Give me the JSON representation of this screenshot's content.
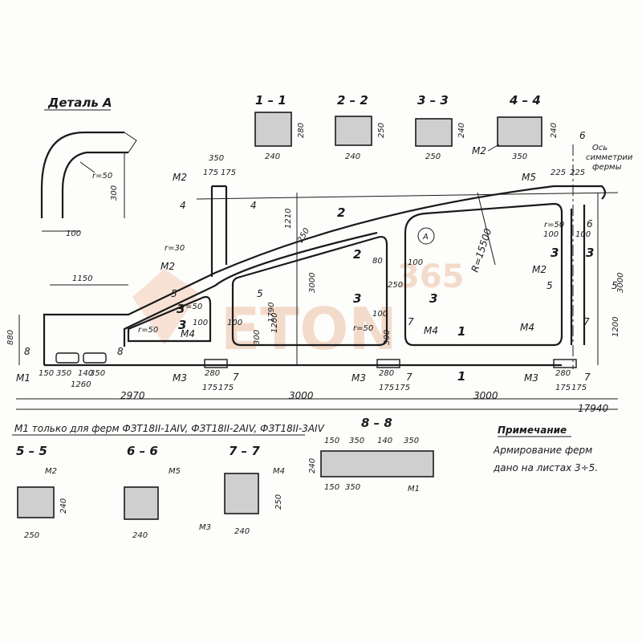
{
  "detail": {
    "title": "Деталь А",
    "radius": "r=50",
    "dim_vertical": "300",
    "dim_horizontal": "100"
  },
  "sections_top": [
    {
      "id": "sec-1-1",
      "title": "1 – 1",
      "w": "240",
      "h": "280"
    },
    {
      "id": "sec-2-2",
      "title": "2 – 2",
      "w": "240",
      "h": "250"
    },
    {
      "id": "sec-3-3",
      "title": "3 – 3",
      "w": "250",
      "h": "240"
    },
    {
      "id": "sec-4-4",
      "title": "4 – 4",
      "w": "350",
      "h": "240",
      "mark": "M2"
    }
  ],
  "axis": {
    "label_1": "Ось",
    "label_2": "симметрии",
    "label_3": "фермы",
    "cut": "6"
  },
  "truss": {
    "radius": "R=15500",
    "labels": {
      "m1": "M1",
      "m2": "M2",
      "m3": "M3",
      "m4": "M4",
      "m5": "M5",
      "r30": "r=30",
      "r50": "r=50",
      "detail_a": "A",
      "cut3": "3",
      "cut4": "4",
      "cut5": "5",
      "cut6": "6",
      "cut7": "7",
      "cut8": "8",
      "panel1": "1",
      "panel2": "2",
      "panel3": "3"
    },
    "dims": {
      "d1150": "1150",
      "d880": "880",
      "d350": "350",
      "d175": "175",
      "d225": "225",
      "d1210": "1210",
      "d3000": "3000",
      "d1790": "1790",
      "d1200": "1200",
      "d250": "250",
      "d100": "100",
      "d80": "80",
      "d300": "300",
      "d280": "280",
      "d150": "150",
      "d140": "140",
      "d1260": "1260",
      "d2970": "2970",
      "d17940": "17940"
    }
  },
  "note_m1": "M1 только для ферм ФЗТ18II-1AIV, ФЗТ18II-2AIV, ФЗТ18II-3AIV",
  "sections_bottom": [
    {
      "id": "sec-5-5",
      "title": "5 – 5",
      "mark": "M2",
      "w": "250",
      "h": "240"
    },
    {
      "id": "sec-6-6",
      "title": "6 – 6",
      "mark": "M5",
      "w": "240"
    },
    {
      "id": "sec-7-7",
      "title": "7 – 7",
      "mark": "M4",
      "mark2": "M3",
      "w": "240",
      "h": "250"
    },
    {
      "id": "sec-8-8",
      "title": "8 – 8",
      "mark": "M1",
      "h": "240"
    }
  ],
  "remark": {
    "title": "Примечание",
    "line1": "Армирование ферм",
    "line2": "дано на листах 3÷5."
  },
  "watermark": {
    "text1": "365",
    "text2": "ETON"
  }
}
